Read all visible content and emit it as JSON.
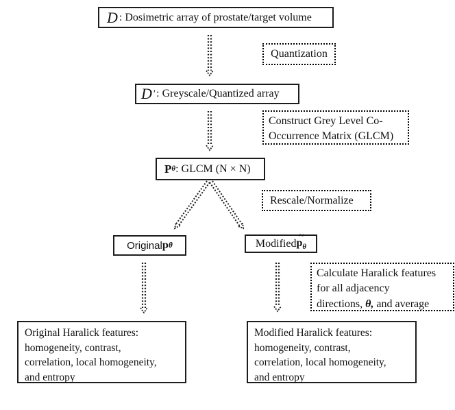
{
  "diagram": {
    "colors": {
      "ink": "#1c1c1c",
      "background": "#ffffff"
    },
    "nodes": {
      "dosimetric": {
        "symbol": "D",
        "text": " : Dosimetric array of prostate/target volume"
      },
      "greyscale": {
        "symbol": "D",
        "prime": "′",
        "text": ": Greyscale/Quantized array"
      },
      "glcm": {
        "symbol": "P",
        "sub": "θ",
        "text": ": GLCM (N × N)"
      },
      "original_p": {
        "text": "Original ",
        "symbol": "p",
        "sub": "θ"
      },
      "modified_p": {
        "text": "Modified ",
        "symbol": "p",
        "sub": "θ",
        "tilde": "~"
      },
      "original_features": {
        "lines": [
          "Original Haralick features:",
          "homogeneity, contrast,",
          "correlation, local homogeneity,",
          "and entropy"
        ]
      },
      "modified_features": {
        "lines": [
          "Modified Haralick features:",
          "homogeneity, contrast,",
          "correlation, local homogeneity,",
          "and entropy"
        ]
      }
    },
    "process_labels": {
      "quantization": {
        "text": "Quantization"
      },
      "construct": {
        "lines": [
          "Construct Grey Level Co-",
          "Occurrence Matrix (GLCM)"
        ]
      },
      "rescale": {
        "text": "Rescale/Normalize"
      },
      "calculate": {
        "line1": "Calculate Haralick features",
        "line2": "for all adjacency",
        "line3_pre": "directions, ",
        "line3_theta": "θ,",
        "line3_post": " and average"
      }
    }
  }
}
